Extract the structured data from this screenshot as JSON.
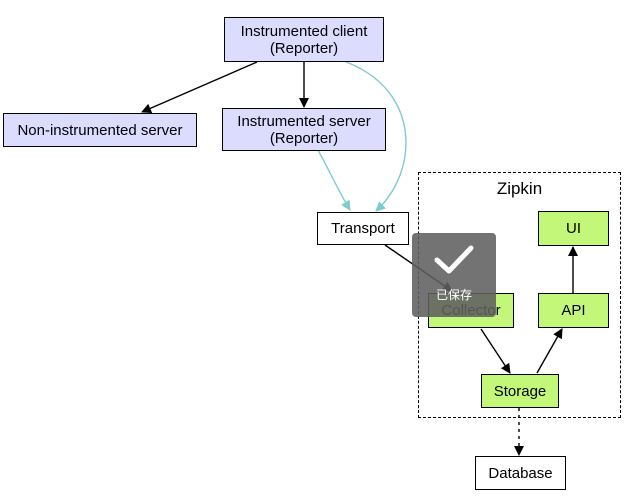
{
  "diagram": {
    "nodes": {
      "instrumented_client": "Instrumented client\n(Reporter)",
      "non_instrumented_server": "Non-instrumented server",
      "instrumented_server": "Instrumented server\n(Reporter)",
      "transport": "Transport",
      "collector": "Collector",
      "storage": "Storage",
      "api": "API",
      "ui": "UI",
      "database": "Database"
    },
    "cluster_label": "Zipkin",
    "colors": {
      "reporter_fill": "#dcdcff",
      "zipkin_fill": "#c3f77a",
      "plain_fill": "#ffffff",
      "trace_edge": "#7fcccc",
      "edge": "#000000"
    }
  },
  "toast": {
    "icon": "checkmark-icon",
    "text": "已保存"
  }
}
